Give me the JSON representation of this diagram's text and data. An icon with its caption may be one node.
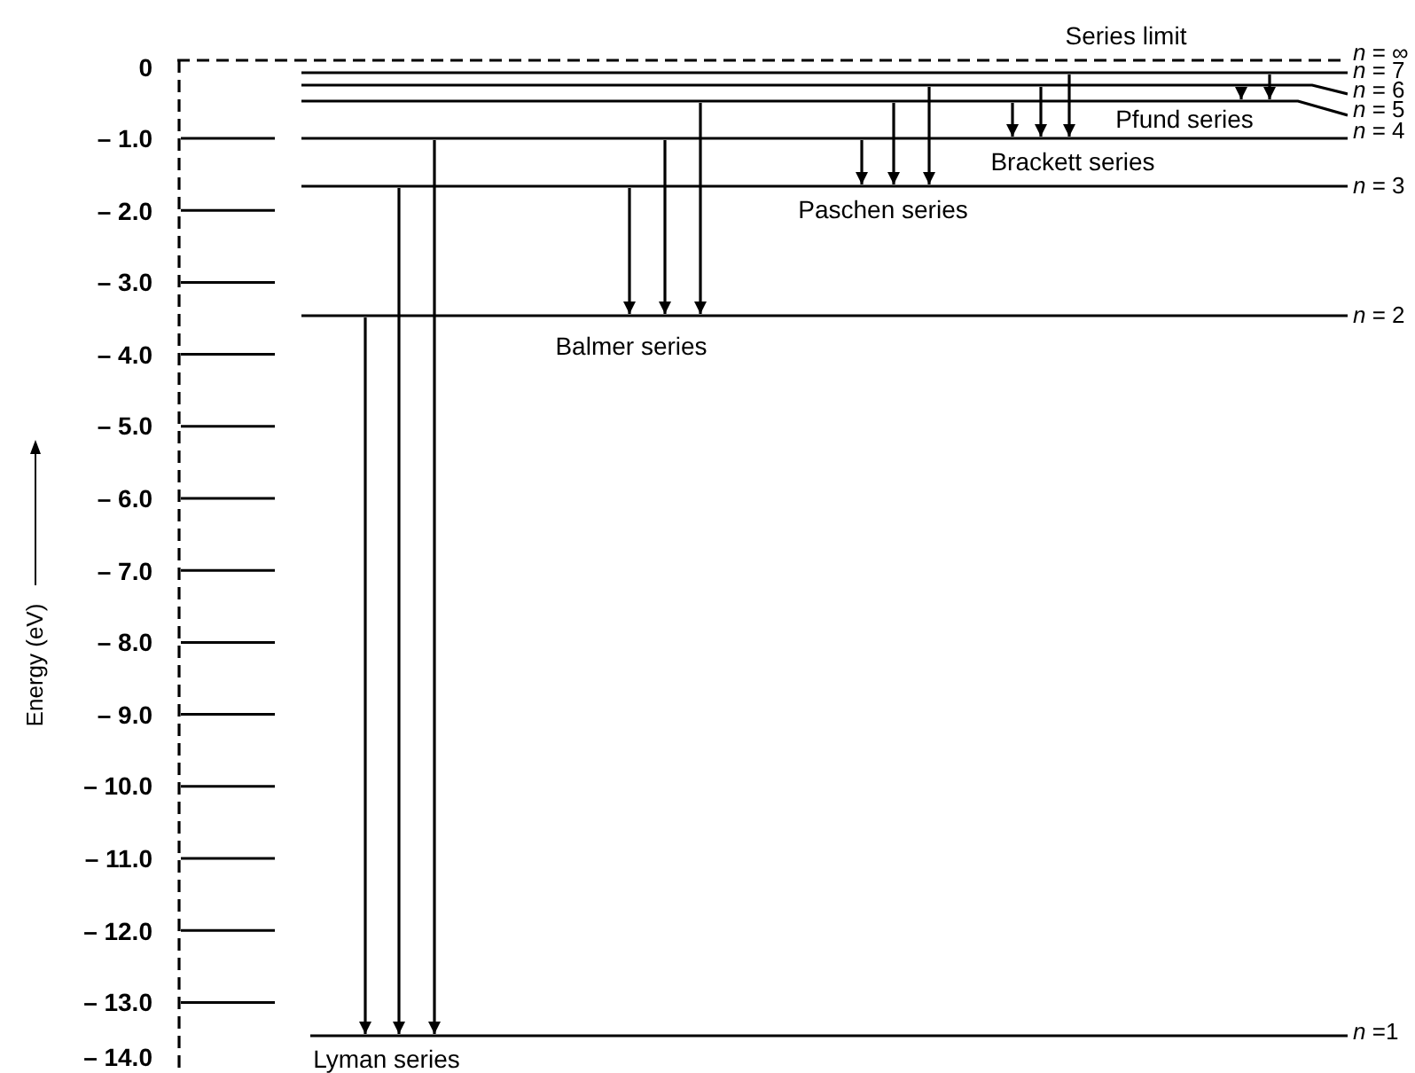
{
  "diagram": {
    "nodes": [
      {
        "text": [],
        "shape": "bar",
        "beside": [
          "*n* = ∞"
        ]
      },
      {
        "text": [],
        "shape": "bar",
        "beside": [
          "*n* = 7"
        ]
      },
      {
        "text": [],
        "shape": "bar",
        "beside": [
          "*n* = 6"
        ]
      },
      {
        "text": [],
        "shape": "bar",
        "beside": [
          "*n* = 5"
        ]
      },
      {
        "text": [],
        "shape": "bar",
        "beside": [
          "*n* = 4"
        ]
      },
      {
        "text": [],
        "shape": "bar",
        "beside": [
          "*n* = 3"
        ]
      },
      {
        "text": [],
        "shape": "bar",
        "beside": [
          "*n* = 2"
        ]
      },
      {
        "text": [],
        "shape": "bar",
        "beside": [
          "*n* =1"
        ]
      }
    ],
    "edges": [
      {
        "from": 6,
        "to": 7,
        "arrow": "to"
      },
      {
        "from": 5,
        "to": 7,
        "arrow": "to"
      },
      {
        "from": 4,
        "to": 7,
        "arrow": "to"
      },
      {
        "from": 5,
        "to": 6,
        "arrow": "to"
      },
      {
        "from": 4,
        "to": 6,
        "arrow": "to"
      },
      {
        "from": 3,
        "to": 6,
        "arrow": "to"
      },
      {
        "from": 4,
        "to": 5,
        "arrow": "to"
      },
      {
        "from": 3,
        "to": 5,
        "arrow": "to"
      },
      {
        "from": 2,
        "to": 5,
        "arrow": "to"
      },
      {
        "from": 3,
        "to": 4,
        "arrow": "to"
      },
      {
        "from": 2,
        "to": 4,
        "arrow": "to"
      },
      {
        "from": 1,
        "to": 4,
        "arrow": "to"
      },
      {
        "from": 2,
        "to": 3,
        "arrow": "to"
      },
      {
        "from": 1,
        "to": 3,
        "arrow": "to"
      }
    ],
    "labels": [
      "Series limit",
      "0",
      "Pfund series",
      "– 1.0",
      "Brackett series",
      "Paschen series",
      "– 2.0",
      "– 3.0",
      "Balmer series",
      "– 4.0",
      "– 5.0",
      "– 6.0",
      "– 7.0",
      "– 8.0",
      "– 9.0",
      "– 10.0",
      "– 11.0",
      "– 12.0",
      "– 13.0",
      "Lyman series",
      "– 14.0",
      "Energy (eV)"
    ]
  }
}
